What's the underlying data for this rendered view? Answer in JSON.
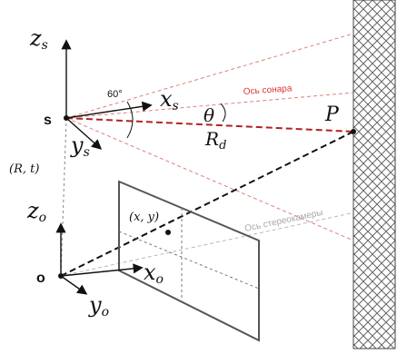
{
  "diagram": {
    "labels": {
      "sonar_origin": "s",
      "camera_origin": "o",
      "z_s_main": "z",
      "z_s_sub": "s",
      "x_s_main": "x",
      "x_s_sub": "s",
      "y_s_main": "y",
      "y_s_sub": "s",
      "z_o_main": "z",
      "z_o_sub": "o",
      "x_o_main": "x",
      "x_o_sub": "o",
      "y_o_main": "y",
      "y_o_sub": "o",
      "angle_60": "60°",
      "theta": "θ",
      "range_main": "R",
      "range_sub": "d",
      "point": "P",
      "image_point": "(x, y)",
      "transform": "(R, t)",
      "sonar_axis": "Ось сонара",
      "stereo_axis": "Ось стереокамеры"
    },
    "colors": {
      "sonar_axis": "#e0322f",
      "sonar_ray": "#b22222",
      "fan_lines": "#e08080",
      "stereo_axis_text": "#a8a8a8",
      "wall_hatch": "#666666",
      "ink": "#111111"
    }
  }
}
